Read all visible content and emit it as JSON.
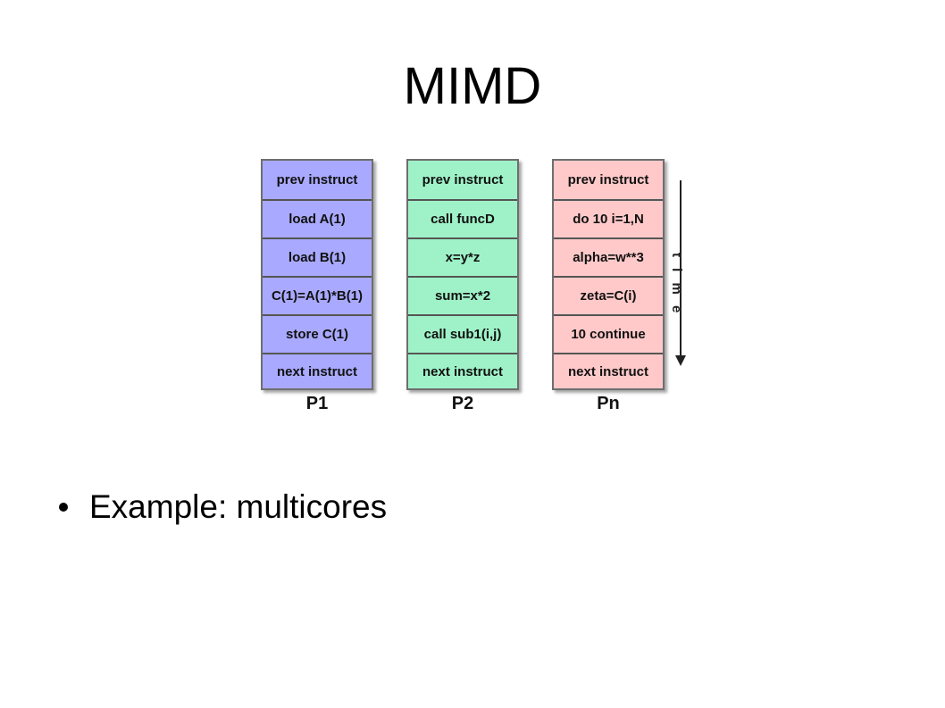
{
  "slide": {
    "title": "MIMD",
    "bullet": "Example: multicores"
  },
  "diagram": {
    "processors": [
      {
        "label": "P1",
        "color": "#a9a9ff",
        "instructions": [
          "prev instruct",
          "load A(1)",
          "load B(1)",
          "C(1)=A(1)*B(1)",
          "store C(1)",
          "next instruct"
        ]
      },
      {
        "label": "P2",
        "color": "#9ff2c8",
        "instructions": [
          "prev instruct",
          "call funcD",
          "x=y*z",
          "sum=x*2",
          "call sub1(i,j)",
          "next instruct"
        ]
      },
      {
        "label": "Pn",
        "color": "#ffc9c9",
        "instructions": [
          "prev instruct",
          "do 10 i=1,N",
          "alpha=w**3",
          "zeta=C(i)",
          "10 continue",
          "next instruct"
        ]
      }
    ],
    "time_label": "t i m e"
  }
}
